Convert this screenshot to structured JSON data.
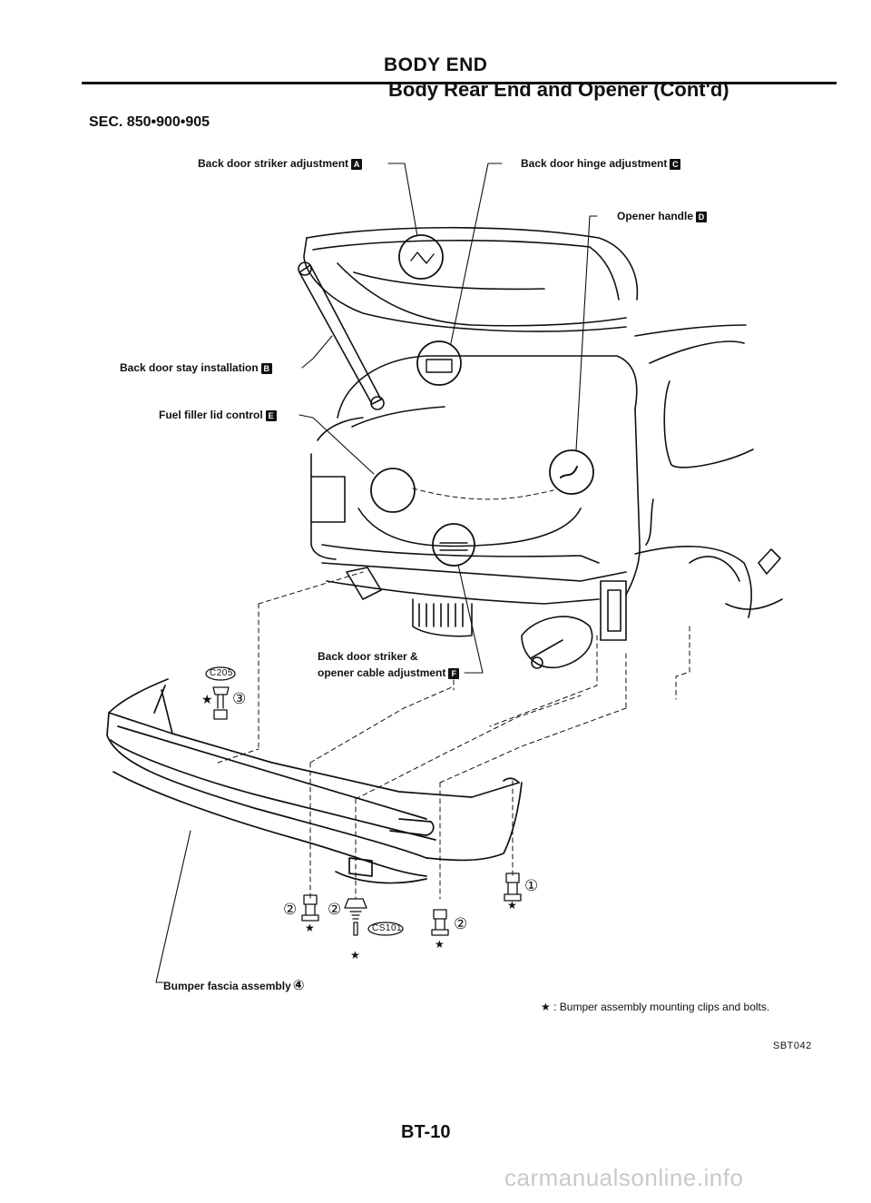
{
  "header": {
    "title": "BODY END",
    "subtitle": "Body Rear End and Opener (Cont'd)",
    "section": "SEC. 850•900•905"
  },
  "callouts": [
    {
      "id": "A",
      "text": "Back door striker adjustment",
      "key": "A"
    },
    {
      "id": "C",
      "text": "Back door hinge adjustment",
      "key": "C"
    },
    {
      "id": "D",
      "text": "Opener handle",
      "key": "D"
    },
    {
      "id": "B",
      "text": "Back door stay installation",
      "key": "B"
    },
    {
      "id": "E",
      "text": "Fuel filler lid control",
      "key": "E"
    },
    {
      "id": "F1",
      "text": "Back door striker &"
    },
    {
      "id": "F2",
      "text": "opener cable adjustment",
      "key": "F"
    }
  ],
  "parts": {
    "bumper_fascia": "Bumper fascia assembly",
    "bumper_fascia_num": "④",
    "clip_code_left": "C205",
    "clip_code_right": "CS101",
    "num1": "①",
    "num2": "②",
    "num3": "③",
    "star": "★"
  },
  "legend": {
    "star": "★",
    "text": ": Bumper assembly mounting clips and bolts."
  },
  "figure_code": "SBT042",
  "page_number": "BT-10",
  "watermark": "carmanualsonline.info"
}
